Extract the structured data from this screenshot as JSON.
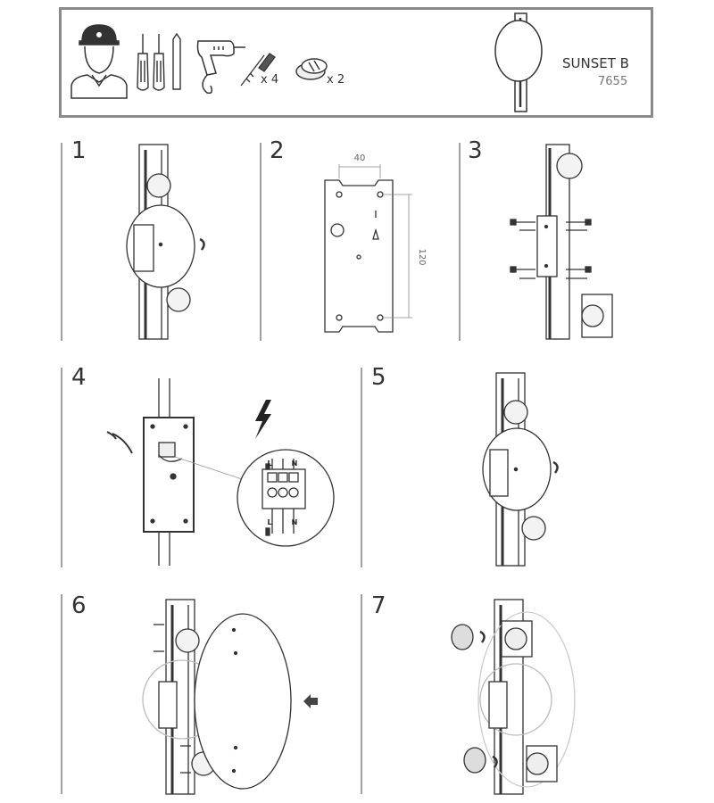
{
  "product": {
    "name": "SUNSET B",
    "code": "7655"
  },
  "kit": {
    "screws_qty": "x 4",
    "plugs_qty": "x 2",
    "icons": [
      "technician-icon",
      "screwdriver-icon",
      "drill-icon",
      "screw-anchor-icon",
      "wall-plug-icon"
    ]
  },
  "steps": [
    "1",
    "2",
    "3",
    "4",
    "5",
    "6",
    "7"
  ],
  "dimensions": {
    "width": "40",
    "height": "120"
  },
  "terminal": {
    "left": "L",
    "neutral": "N"
  }
}
